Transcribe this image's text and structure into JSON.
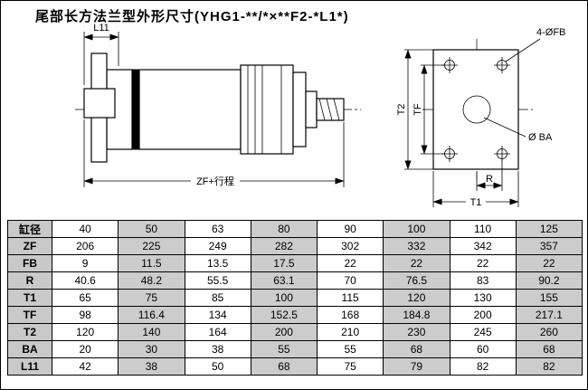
{
  "title": "尾部长方法兰型外形尺寸(YHG1-**/*×**F2-*L1*)",
  "drawing": {
    "dim_l11": "L11",
    "dim_zf": "ZF+行程",
    "dim_t2": "T2",
    "dim_tf": "TF",
    "dim_r": "R",
    "dim_t1": "T1",
    "label_fb": "4-ØFB",
    "label_ba": "Ø BA"
  },
  "table": {
    "rows": [
      {
        "label": "缸径",
        "values": [
          "40",
          "50",
          "63",
          "80",
          "90",
          "100",
          "110",
          "125"
        ]
      },
      {
        "label": "ZF",
        "values": [
          "206",
          "225",
          "249",
          "282",
          "302",
          "332",
          "342",
          "357"
        ]
      },
      {
        "label": "FB",
        "values": [
          "9",
          "11.5",
          "13.5",
          "17.5",
          "22",
          "22",
          "22",
          "22"
        ]
      },
      {
        "label": "R",
        "values": [
          "40.6",
          "48.2",
          "55.5",
          "63.1",
          "70",
          "76.5",
          "83",
          "90.2"
        ]
      },
      {
        "label": "T1",
        "values": [
          "65",
          "75",
          "85",
          "100",
          "115",
          "120",
          "130",
          "155"
        ]
      },
      {
        "label": "TF",
        "values": [
          "98",
          "116.4",
          "134",
          "152.5",
          "168",
          "184.8",
          "200",
          "217.1"
        ]
      },
      {
        "label": "T2",
        "values": [
          "120",
          "140",
          "164",
          "200",
          "210",
          "230",
          "245",
          "260"
        ]
      },
      {
        "label": "BA",
        "values": [
          "20",
          "30",
          "38",
          "55",
          "55",
          "68",
          "60",
          "68"
        ]
      },
      {
        "label": "L11",
        "values": [
          "42",
          "38",
          "50",
          "68",
          "75",
          "79",
          "82",
          "82"
        ]
      }
    ]
  },
  "colors": {
    "line": "#000000",
    "cell_shade": "#cccccc",
    "label_shade": "#c9c9c9",
    "background": "#ffffff"
  }
}
